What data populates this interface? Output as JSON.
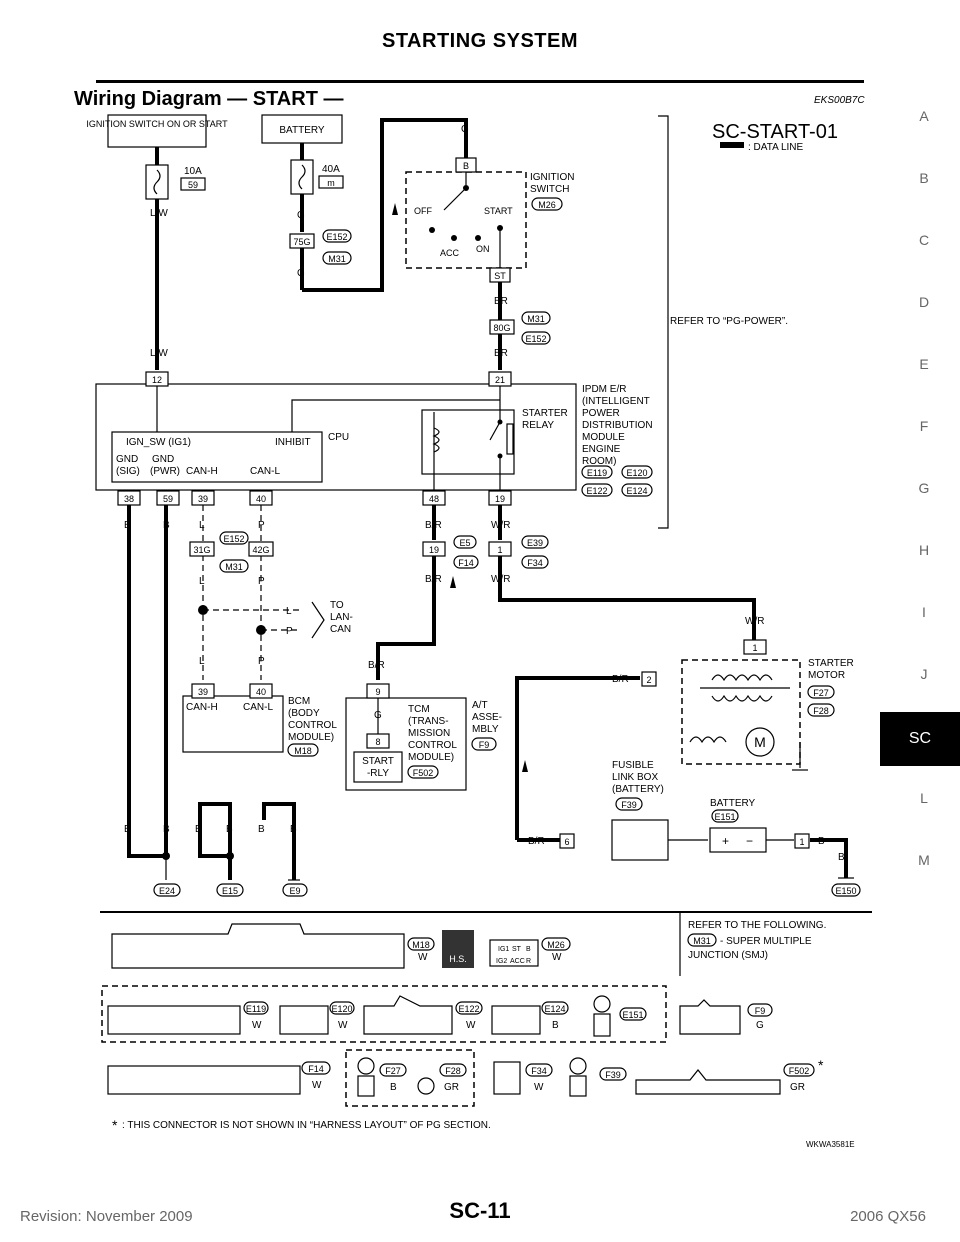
{
  "header": {
    "title": "STARTING SYSTEM"
  },
  "section": {
    "title": "Wiring Diagram — START —",
    "code": "EKS00B7C"
  },
  "side_tabs": [
    "A",
    "B",
    "C",
    "D",
    "E",
    "F",
    "G",
    "H",
    "I",
    "J",
    "SC",
    "L",
    "M"
  ],
  "diagram": {
    "id": "SC-START-01",
    "legend": ": DATA LINE",
    "refer_power": "REFER TO “PG-POWER”.",
    "ign_switch_box": "IGNITION SWITCH ON OR START",
    "battery_box": "BATTERY",
    "fuse_10a": "10A",
    "fuse_10a_num": "59",
    "fuse_40a": "40A",
    "fuse_40a_num": "m",
    "wire_lw": "L/W",
    "wire_g": "G",
    "wire_br": "BR",
    "wire_b": "B",
    "wire_br_r": "B/R",
    "wire_wr": "W/R",
    "wire_l": "L",
    "wire_p": "P",
    "c75g": "75G",
    "c80g": "80G",
    "c31g": "31G",
    "c42g": "42G",
    "e152": "E152",
    "m31": "M31",
    "ign_switch": {
      "label1": "IGNITION",
      "label2": "SWITCH",
      "conn": "M26",
      "b": "B",
      "st": "ST",
      "off": "OFF",
      "start": "START",
      "acc": "ACC",
      "on": "ON"
    },
    "ipdm": {
      "lines": [
        "IPDM E/R",
        "(INTELLIGENT",
        "POWER",
        "DISTRIBUTION",
        "MODULE",
        "ENGINE",
        "ROOM)"
      ],
      "conns": [
        "E119",
        "E120",
        "E122",
        "E124"
      ],
      "pin12": "12",
      "pin21": "21",
      "pins_bottom": [
        "38",
        "59",
        "39",
        "40",
        "48",
        "19"
      ],
      "starter_relay": [
        "STARTER",
        "RELAY"
      ],
      "cpu": "CPU",
      "ign_sw": "IGN_SW (IG1)",
      "inhibit": "INHIBIT",
      "gnd_sig1": "GND",
      "gnd_sig2": "(SIG)",
      "gnd_pwr1": "GND",
      "gnd_pwr2": "(PWR)",
      "canh": "CAN-H",
      "canl": "CAN-L"
    },
    "e5": "E5",
    "f14": "F14",
    "e39": "E39",
    "f34": "F34",
    "pin19": "19",
    "pin1": "1",
    "to_lan": [
      "TO",
      "LAN-",
      "CAN"
    ],
    "bcm": {
      "pins": [
        "39",
        "40"
      ],
      "canh": "CAN-H",
      "canl": "CAN-L",
      "lines": [
        "BCM",
        "(BODY",
        "CONTROL",
        "MODULE)"
      ],
      "conn": "M18"
    },
    "tcm": {
      "pin9": "9",
      "pin8": "8",
      "g": "G",
      "lines": [
        "TCM",
        "(TRANS-",
        "MISSION",
        "CONTROL",
        "MODULE)"
      ],
      "at": [
        "A/T",
        "ASSE-",
        "MBLY"
      ],
      "conn": "F9",
      "relay": [
        "START",
        "-RLY"
      ],
      "relay_conn": "F502"
    },
    "starter": {
      "lines": [
        "STARTER",
        "MOTOR"
      ],
      "conns": [
        "F27",
        "F28"
      ],
      "pin1": "1",
      "pin2": "2",
      "m": "M"
    },
    "fusible": {
      "lines": [
        "FUSIBLE",
        "LINK BOX",
        "(BATTERY)"
      ],
      "conn": "F39",
      "pin6": "6"
    },
    "battery2": {
      "label": "BATTERY",
      "conn": "E151",
      "pin1": "1",
      "plus": "+",
      "minus": "−"
    },
    "grounds": [
      "E24",
      "E15",
      "E9",
      "E150"
    ]
  },
  "connectors": {
    "refer": [
      "REFER TO THE FOLLOWING.",
      "- SUPER MULTIPLE",
      "JUNCTION (SMJ)"
    ],
    "hs": "H.S.",
    "m18": {
      "name": "M18",
      "color": "W"
    },
    "m26": {
      "name": "M26",
      "color": "W"
    },
    "m26_pins": [
      "IG1",
      "ST",
      "B",
      "IG2",
      "ACC",
      "R"
    ],
    "e119": {
      "name": "E119",
      "color": "W"
    },
    "e120": {
      "name": "E120",
      "color": "W"
    },
    "e122": {
      "name": "E122",
      "color": "W"
    },
    "e124": {
      "name": "E124",
      "color": "B"
    },
    "e151": {
      "name": "E151"
    },
    "f9": {
      "name": "F9",
      "color": "G"
    },
    "f14": {
      "name": "F14",
      "color": "W"
    },
    "f27": {
      "name": "F27",
      "color": "B"
    },
    "f28": {
      "name": "F28",
      "color": "GR"
    },
    "f34": {
      "name": "F34",
      "color": "W"
    },
    "f39": {
      "name": "F39"
    },
    "f502": {
      "name": "F502",
      "color": "GR"
    }
  },
  "note": ": THIS CONNECTOR IS NOT SHOWN IN “HARNESS LAYOUT” OF PG SECTION.",
  "figure_id": "WKWA3581E",
  "footer": {
    "revision": "Revision: November 2009",
    "page": "SC-11",
    "model": "2006 QX56"
  }
}
